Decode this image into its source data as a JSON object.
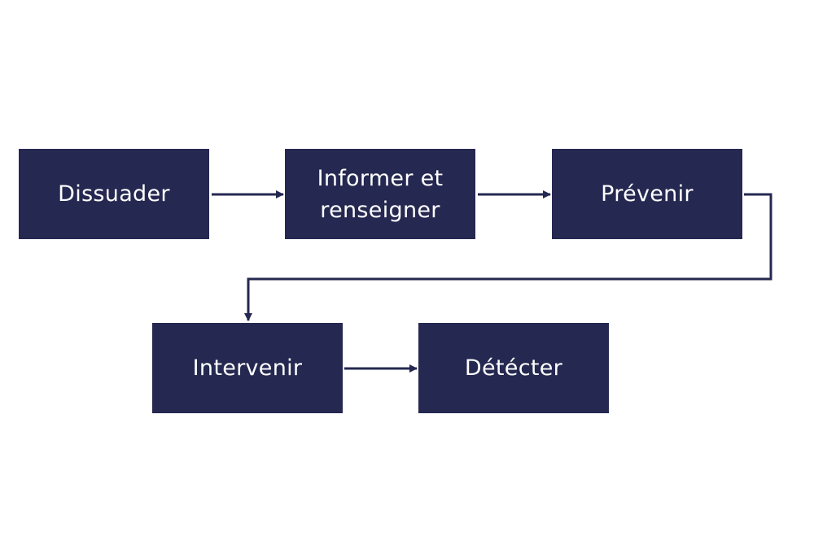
{
  "diagram": {
    "colors": {
      "node_fill": "#252850",
      "node_text": "#ffffff",
      "connector": "#252850",
      "background": "#ffffff"
    },
    "nodes": [
      {
        "id": "dissuader",
        "label": "Dissuader"
      },
      {
        "id": "informer",
        "label": "Informer et\nrenseigner"
      },
      {
        "id": "prevenir",
        "label": "Prévenir"
      },
      {
        "id": "intervenir",
        "label": "Intervenir"
      },
      {
        "id": "detecter",
        "label": "Détécter"
      }
    ],
    "edges": [
      {
        "from": "dissuader",
        "to": "informer"
      },
      {
        "from": "informer",
        "to": "prevenir"
      },
      {
        "from": "prevenir",
        "to": "intervenir"
      },
      {
        "from": "intervenir",
        "to": "detecter"
      }
    ]
  }
}
